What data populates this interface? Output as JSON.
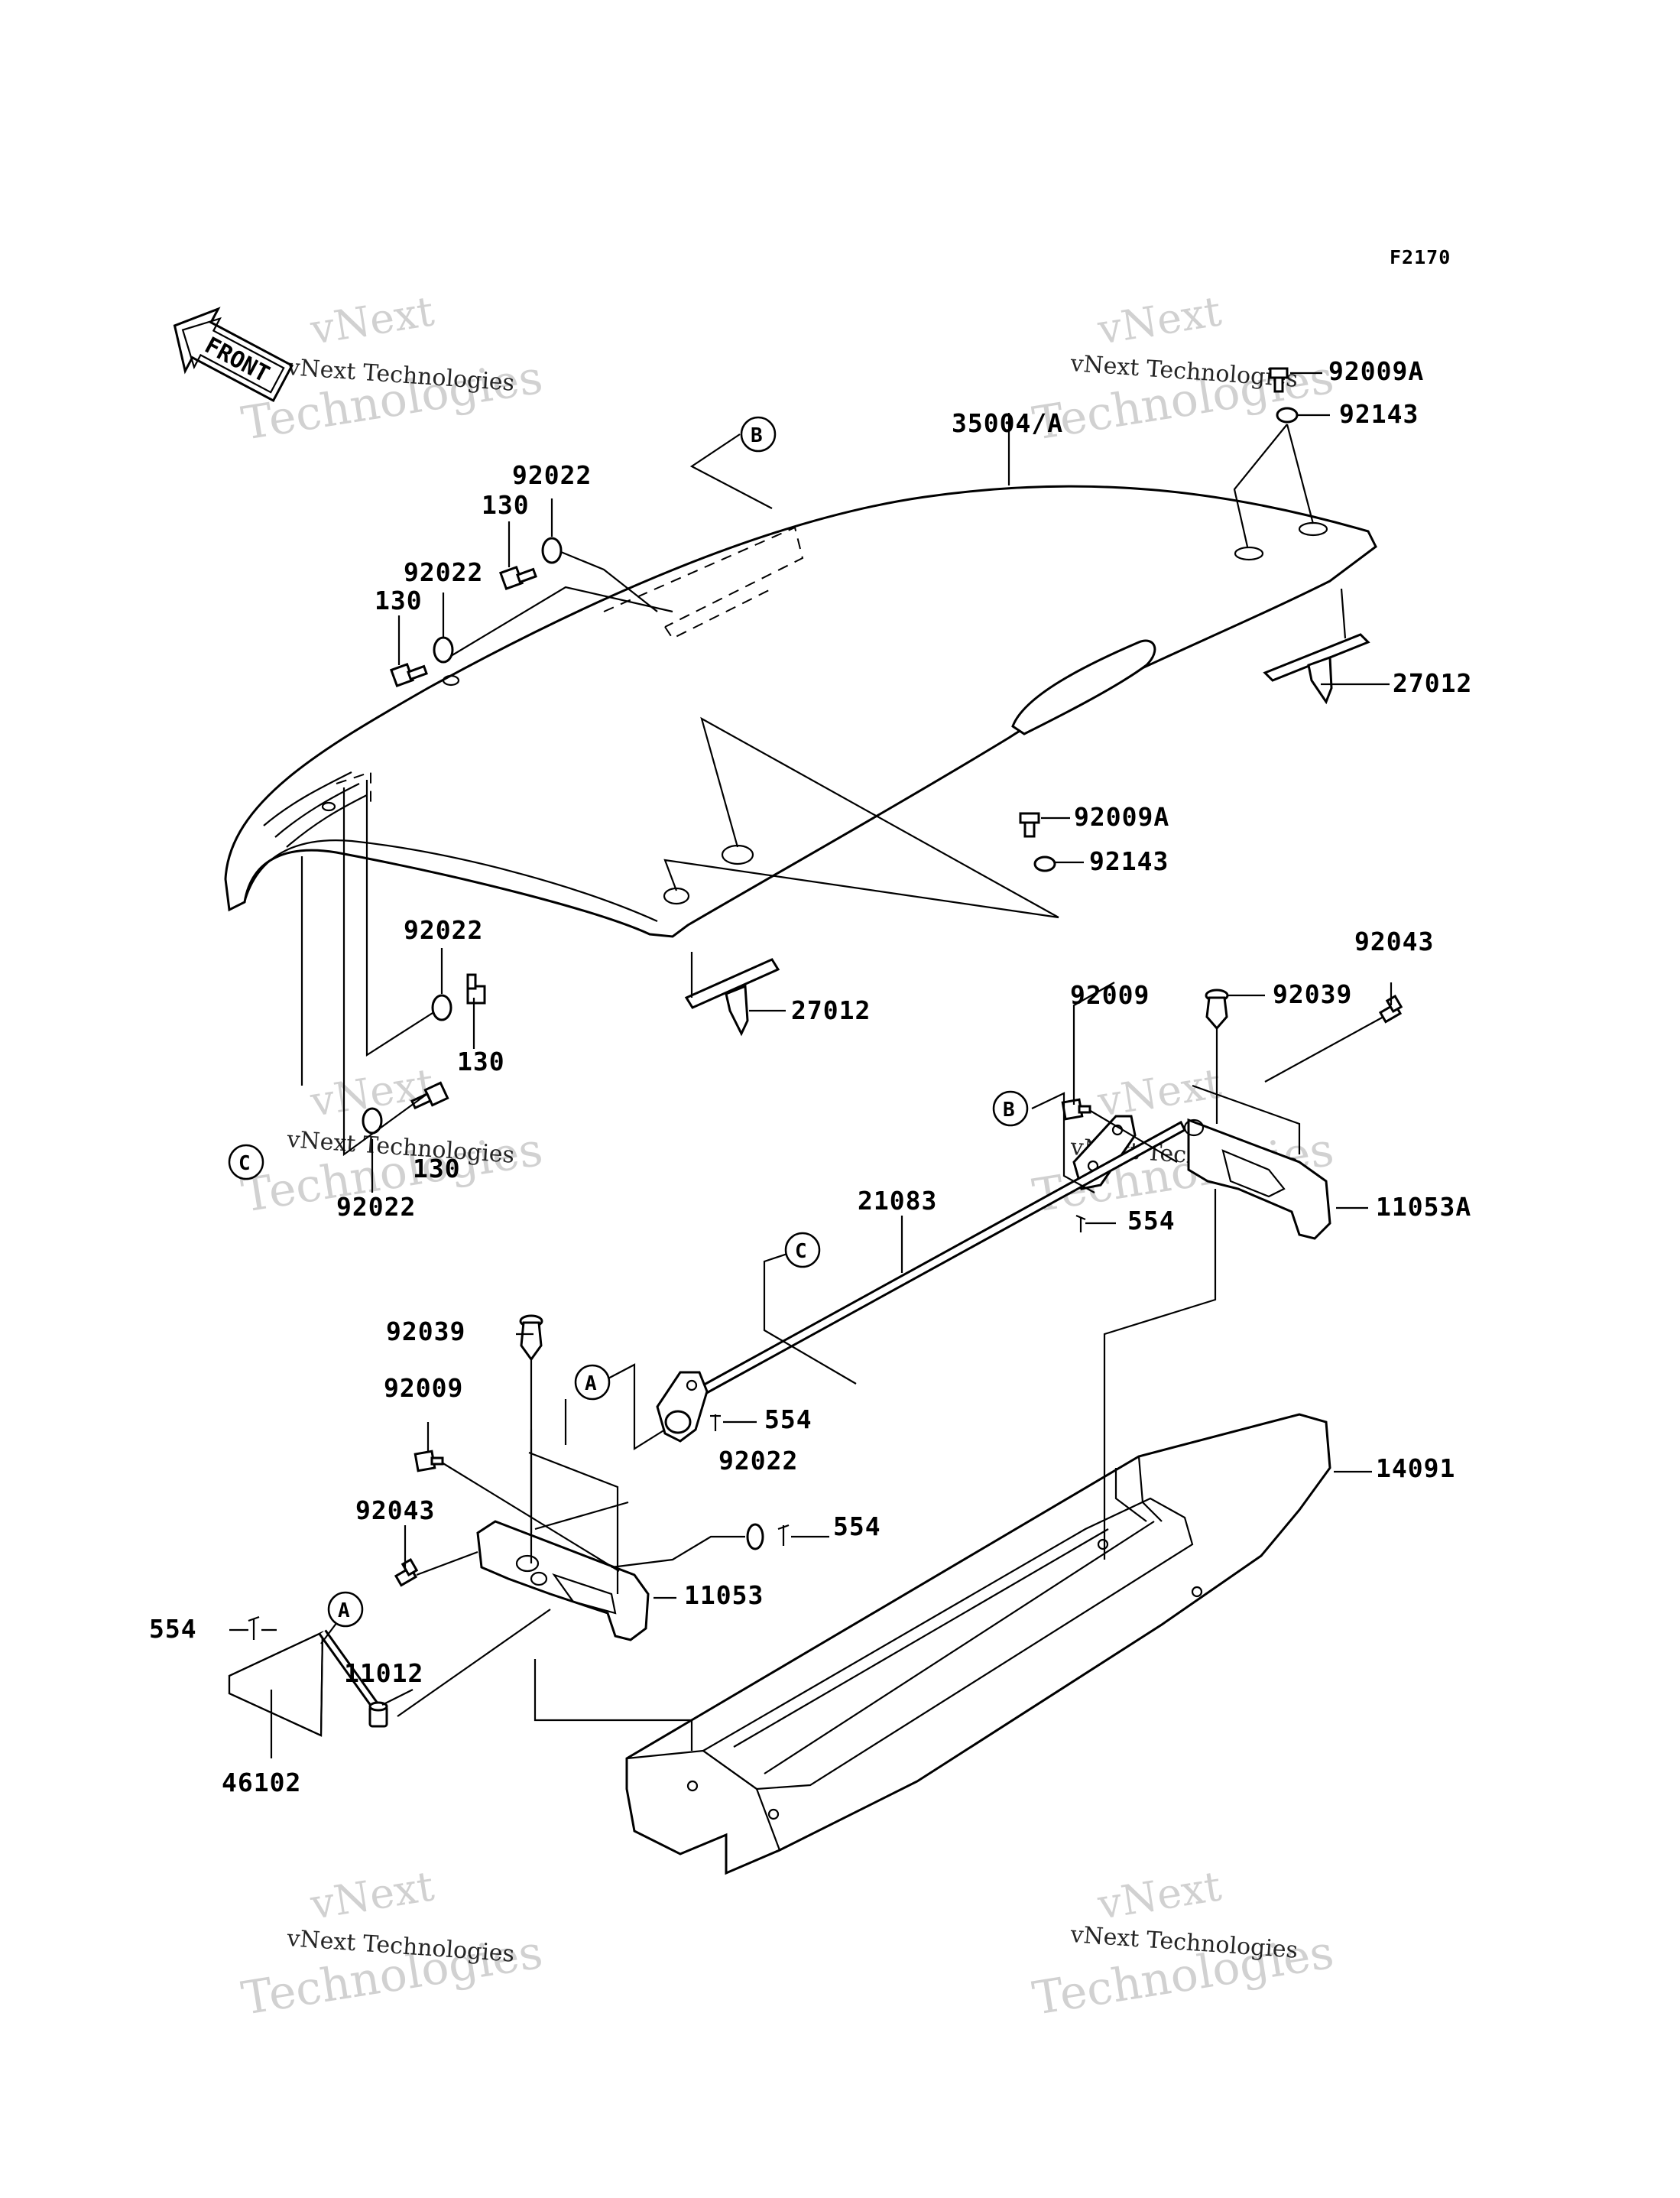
{
  "figure_code": "F2170",
  "front_marker": "FRONT",
  "reference_letters": {
    "a": "A",
    "b": "B",
    "c": "C"
  },
  "watermark": {
    "line1": "vNext",
    "line2": "Technologies",
    "caption": "vNext Technologies"
  },
  "part_numbers": {
    "p35004A": "35004/A",
    "p92009A": "92009A",
    "p92143": "92143",
    "p27012": "27012",
    "p92022": "92022",
    "p130": "130",
    "p92043": "92043",
    "p92009": "92009",
    "p92039": "92039",
    "p11053A": "11053A",
    "p554": "554",
    "p21083": "21083",
    "p14091": "14091",
    "p11053": "11053",
    "p11012": "11012",
    "p46102": "46102"
  }
}
